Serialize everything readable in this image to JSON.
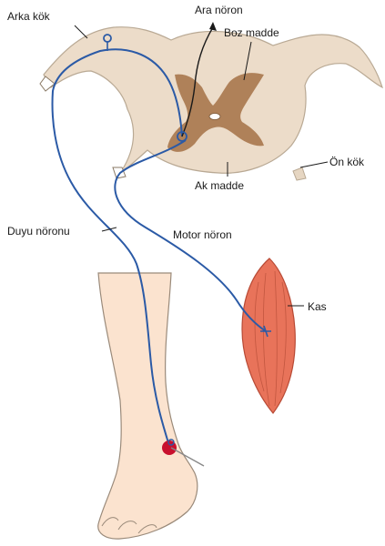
{
  "labels": {
    "dorsal_root": "Arka kök",
    "interneuron": "Ara nöron",
    "gray_matter": "Boz madde",
    "ventral_root": "Ön kök",
    "white_matter": "Ak madde",
    "sensory_neuron": "Duyu nöronu",
    "motor_neuron": "Motor nöron",
    "muscle": "Kas"
  },
  "colors": {
    "white_matter": "#ecdcc9",
    "gray_matter": "#a8774c",
    "neuron": "#2b5aa6",
    "muscle": "#e8735a",
    "skin": "#fbe3cf",
    "stimulus": "#c8102e"
  }
}
